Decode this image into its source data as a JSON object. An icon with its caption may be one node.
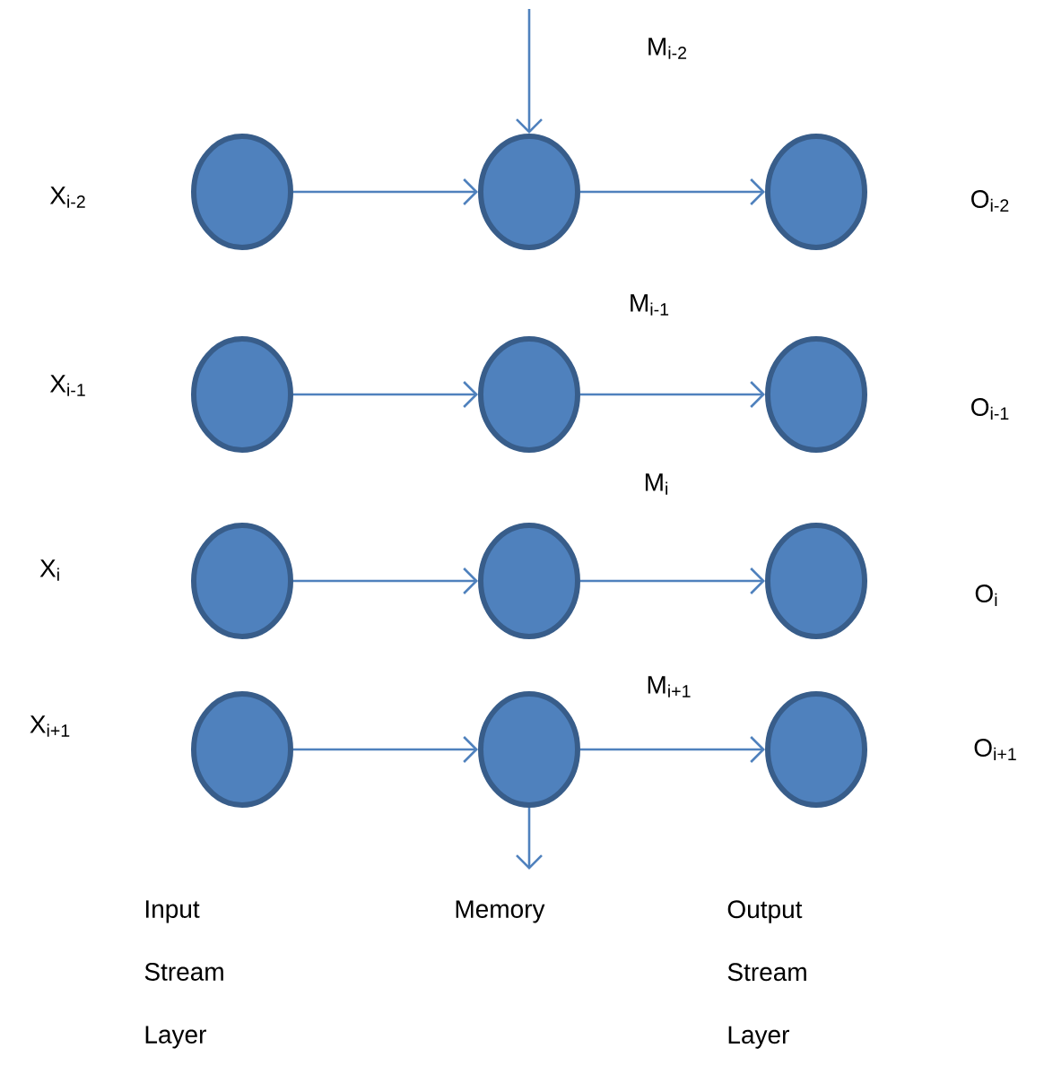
{
  "diagram": {
    "nodes": [
      {
        "text": [],
        "shape": "circle"
      },
      {
        "text": [],
        "shape": "circle"
      },
      {
        "text": [],
        "shape": "circle"
      },
      {
        "text": [],
        "shape": "circle"
      },
      {
        "text": [],
        "shape": "circle"
      },
      {
        "text": [],
        "shape": "circle"
      },
      {
        "text": [],
        "shape": "circle"
      },
      {
        "text": [],
        "shape": "circle"
      },
      {
        "text": [],
        "shape": "circle"
      },
      {
        "text": [],
        "shape": "circle"
      },
      {
        "text": [],
        "shape": "circle"
      },
      {
        "text": [],
        "shape": "circle"
      }
    ],
    "edges": [
      {
        "from": null,
        "to": 1,
        "arrow": "to"
      },
      {
        "from": 0,
        "to": 1,
        "arrow": "to"
      },
      {
        "from": 1,
        "to": 2,
        "arrow": "to"
      },
      {
        "from": 3,
        "to": 4,
        "arrow": "to"
      },
      {
        "from": 4,
        "to": 5,
        "arrow": "to"
      },
      {
        "from": 6,
        "to": 7,
        "arrow": "to"
      },
      {
        "from": 7,
        "to": 8,
        "arrow": "to"
      },
      {
        "from": 9,
        "to": 10,
        "arrow": "to"
      },
      {
        "from": 10,
        "to": 11,
        "arrow": "to"
      },
      {
        "from": 10,
        "to": null,
        "arrow": "to"
      }
    ],
    "labels": [
      "M$_{i-2}$",
      "X$_{i-2}$",
      "O$_{i-2}$",
      "M$_{i-1}$",
      "X$_{i-1}$",
      "O$_{i-1}$",
      "M$_{i}$",
      "X$_{i}$",
      "O$_{i}$",
      "M$_{i+1}$",
      "X$_{i+1}$",
      "O$_{i+1}$",
      "Input Stream Layer",
      "Memory",
      "Output Stream Layer"
    ]
  }
}
